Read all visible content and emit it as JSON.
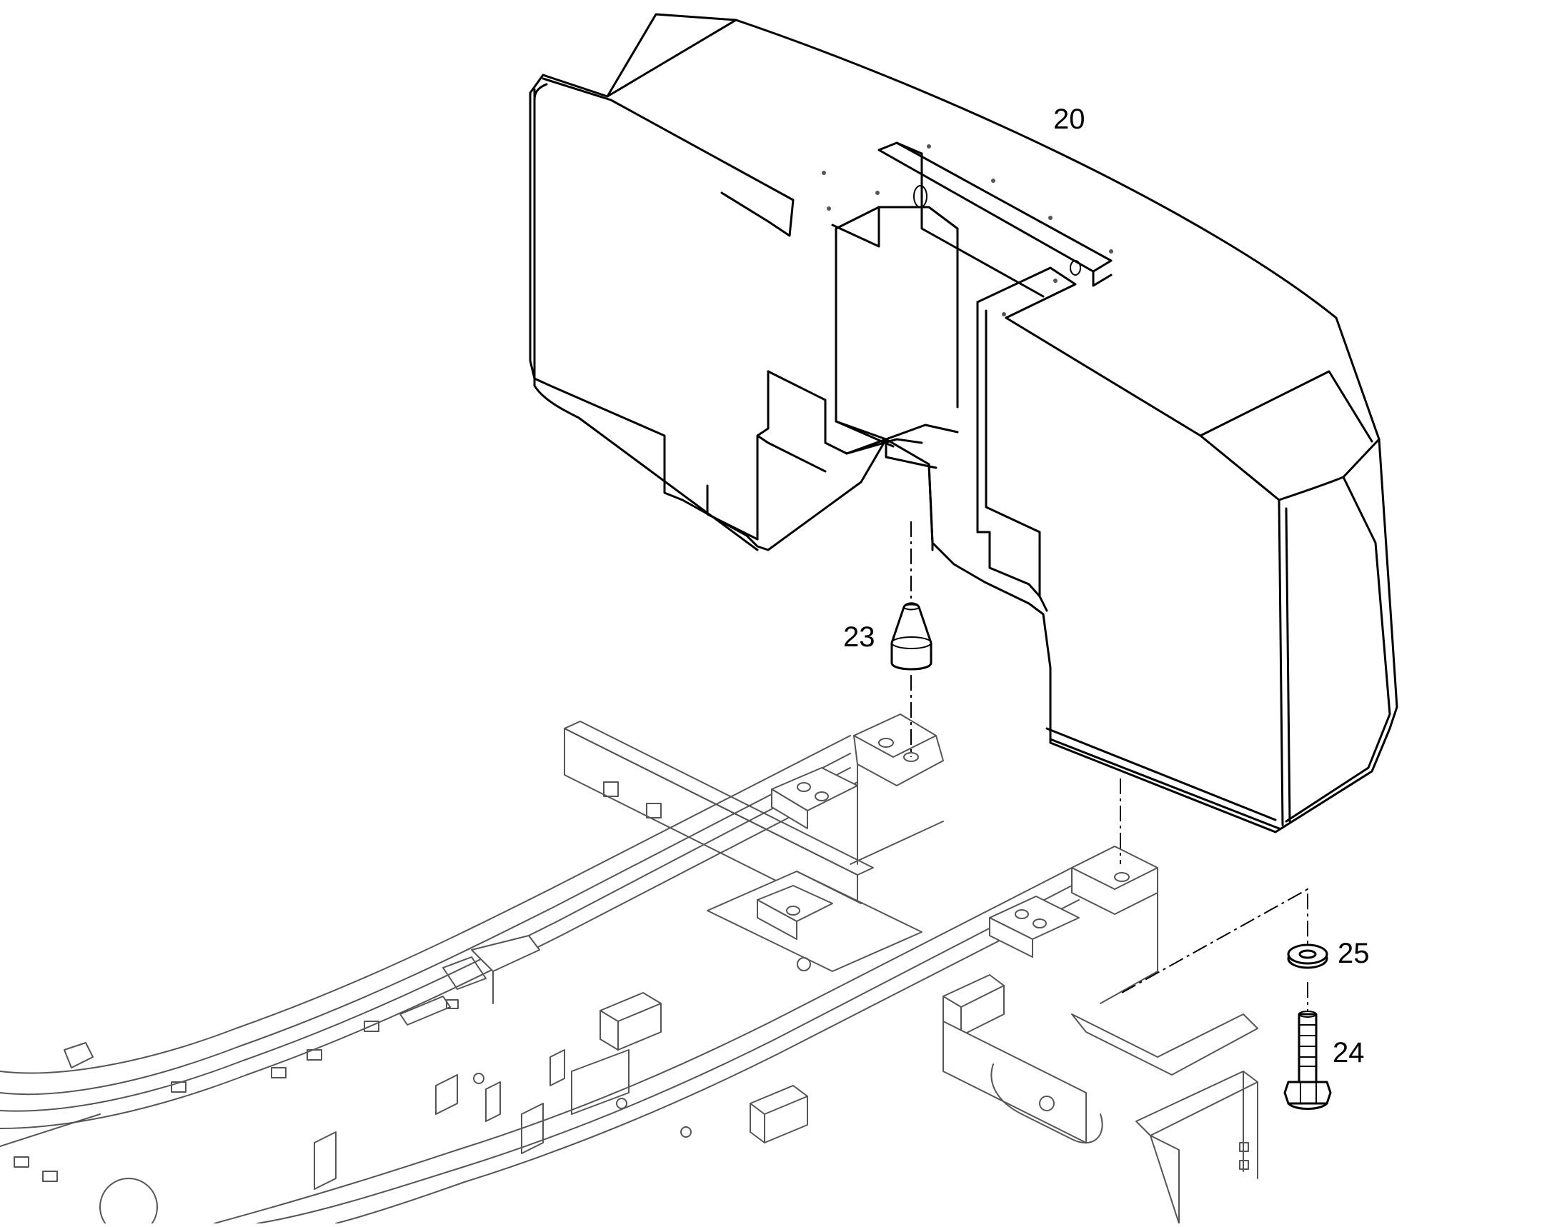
{
  "diagram": {
    "callouts": [
      {
        "id": "20",
        "label": "20",
        "part": "counterweight"
      },
      {
        "id": "23",
        "label": "23",
        "part": "guide-pin"
      },
      {
        "id": "25",
        "label": "25",
        "part": "washer"
      },
      {
        "id": "24",
        "label": "24",
        "part": "bolt"
      }
    ]
  }
}
